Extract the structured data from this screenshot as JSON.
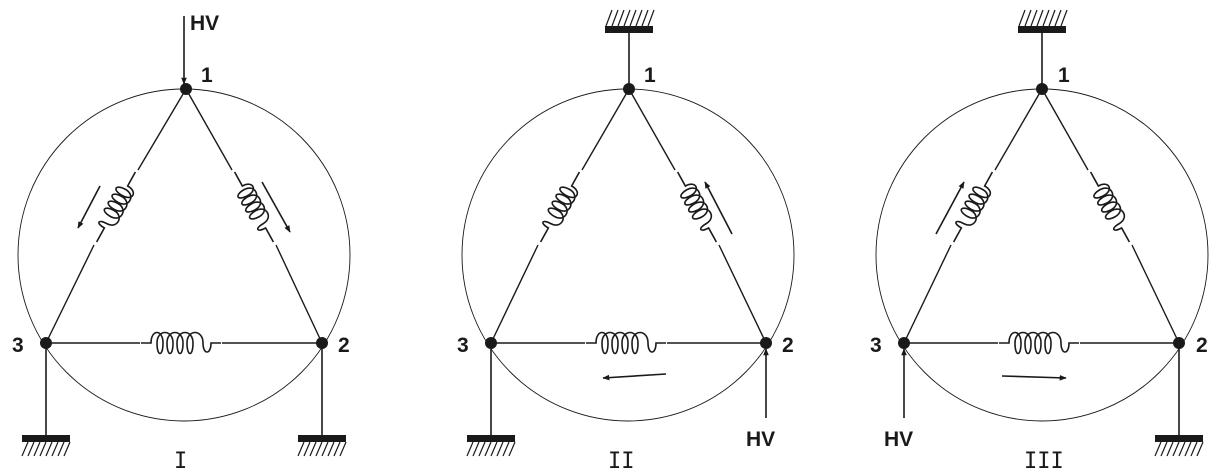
{
  "diagrams": [
    {
      "case_label": "I",
      "nodes": [
        "1",
        "2",
        "3"
      ],
      "hv_label": "HV",
      "hv_node": "1",
      "grounded_nodes": [
        "3",
        "2"
      ]
    },
    {
      "case_label": "II",
      "nodes": [
        "1",
        "2",
        "3"
      ],
      "hv_label": "HV",
      "hv_node": "2",
      "grounded_nodes": [
        "1",
        "3"
      ]
    },
    {
      "case_label": "III",
      "nodes": [
        "1",
        "2",
        "3"
      ],
      "hv_label": "HV",
      "hv_node": "3",
      "grounded_nodes": [
        "1",
        "2"
      ]
    }
  ]
}
